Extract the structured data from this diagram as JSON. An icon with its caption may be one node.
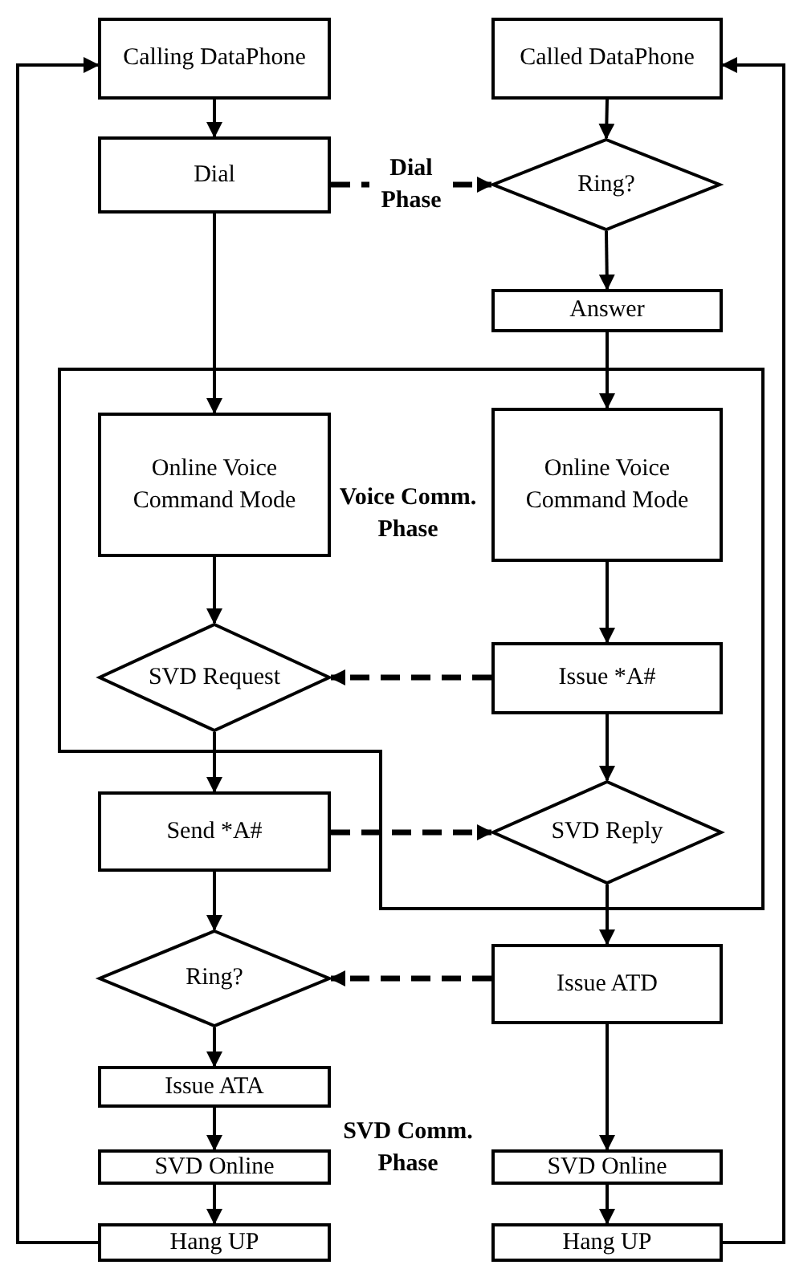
{
  "diagram": {
    "nodes": [
      {
        "text": [
          "Calling DataPhone"
        ]
      },
      {
        "text": [
          "Called DataPhone"
        ]
      },
      {
        "text": [
          "Dial"
        ]
      },
      {
        "text": [
          "Ring?"
        ]
      },
      {
        "text": [
          "Answer"
        ]
      },
      {
        "text": [
          "Online Voice Command Mode"
        ]
      },
      {
        "text": [
          "Online Voice Command Mode"
        ]
      },
      {
        "text": [
          "SVD Request"
        ]
      },
      {
        "text": [
          "Issue *A#"
        ]
      },
      {
        "text": [
          "Send *A#"
        ]
      },
      {
        "text": [
          "SVD Reply"
        ]
      },
      {
        "text": [
          "Ring?"
        ]
      },
      {
        "text": [
          "Issue ATD"
        ]
      },
      {
        "text": [
          "Issue ATA"
        ]
      },
      {
        "text": [
          "SVD Online"
        ]
      },
      {
        "text": [
          "SVD Online"
        ]
      },
      {
        "text": [
          "Hang UP"
        ]
      },
      {
        "text": [
          "Hang UP"
        ]
      }
    ],
    "edges": [
      {
        "from": 0,
        "to": 2,
        "arrow": "to"
      },
      {
        "from": 2,
        "to": 3,
        "arrow": "to",
        "label": "Dial Phase",
        "style": "dashed"
      },
      {
        "from": 1,
        "to": 3,
        "arrow": "to"
      },
      {
        "from": 3,
        "to": 4,
        "arrow": "to"
      },
      {
        "from": 2,
        "to": 5,
        "arrow": "to"
      },
      {
        "from": 4,
        "to": 6,
        "arrow": "to"
      },
      {
        "from": 5,
        "to": 7,
        "arrow": "to"
      },
      {
        "from": 6,
        "to": 8,
        "arrow": "to"
      },
      {
        "from": 8,
        "to": 7,
        "arrow": "to",
        "style": "dashed"
      },
      {
        "from": 7,
        "to": 9,
        "arrow": "to"
      },
      {
        "from": 8,
        "to": 10,
        "arrow": "to"
      },
      {
        "from": 9,
        "to": 10,
        "arrow": "to",
        "style": "dashed"
      },
      {
        "from": 9,
        "to": 11,
        "arrow": "to"
      },
      {
        "from": 10,
        "to": 12,
        "arrow": "to"
      },
      {
        "from": 12,
        "to": 11,
        "arrow": "to",
        "style": "dashed"
      },
      {
        "from": 11,
        "to": 13,
        "arrow": "to"
      },
      {
        "from": 12,
        "to": 15,
        "arrow": "to"
      },
      {
        "from": 13,
        "to": 14,
        "arrow": "to"
      },
      {
        "from": 14,
        "to": 16,
        "arrow": "to"
      },
      {
        "from": 15,
        "to": 17,
        "arrow": "to"
      },
      {
        "from": 16,
        "to": 0,
        "arrow": "to"
      },
      {
        "from": 17,
        "to": 1,
        "arrow": "to"
      }
    ],
    "labels": [
      "Voice Comm. Phase",
      "SVD Comm. Phase"
    ]
  }
}
